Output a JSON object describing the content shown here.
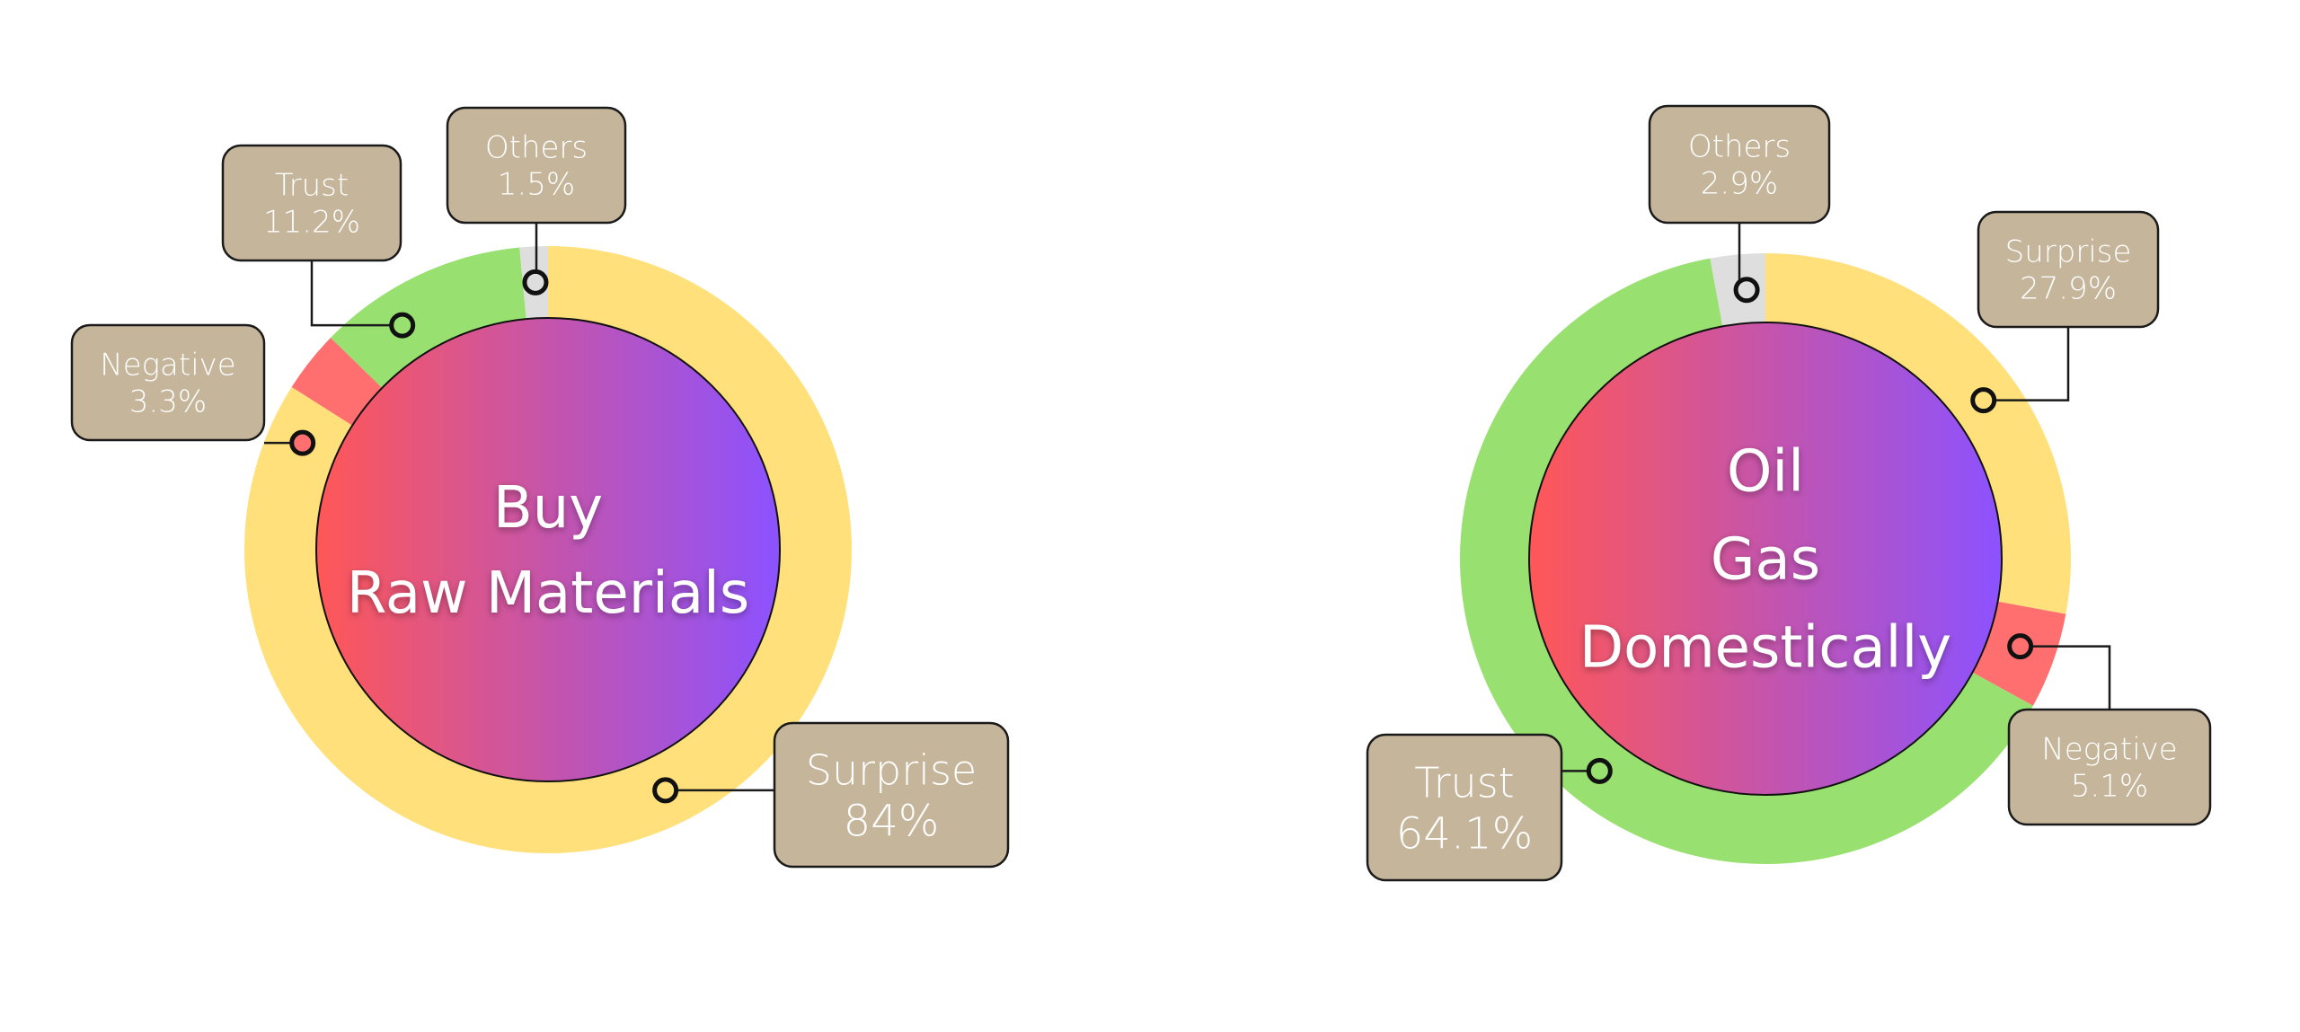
{
  "chart_data": [
    {
      "type": "donut",
      "center_label": [
        "Buy",
        "Raw Materials"
      ],
      "categories": [
        "Surprise",
        "Negative",
        "Trust",
        "Others"
      ],
      "values": [
        84,
        3.3,
        11.2,
        1.5
      ],
      "value_labels": [
        "84%",
        "3.3%",
        "11.2%",
        "1.5%"
      ],
      "colors": [
        "#FFE07A",
        "#FF6F6F",
        "#98E070",
        "#DEDEDE"
      ]
    },
    {
      "type": "donut",
      "center_label": [
        "Oil",
        "Gas",
        "Domestically"
      ],
      "categories": [
        "Surprise",
        "Negative",
        "Trust",
        "Others"
      ],
      "values": [
        27.9,
        5.1,
        64.1,
        2.9
      ],
      "value_labels": [
        "27.9%",
        "5.1%",
        "64.1%",
        "2.9%"
      ],
      "colors": [
        "#FFE07A",
        "#FF6F6F",
        "#98E070",
        "#DEDEDE"
      ]
    }
  ],
  "style": {
    "callout_fill": "#C5B59A",
    "callout_stroke": "#1a1a1a",
    "gradient_start": "#FF5757",
    "gradient_end": "#8C52FF"
  }
}
